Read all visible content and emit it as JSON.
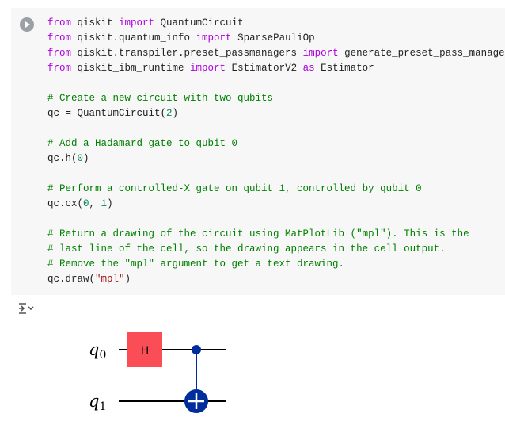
{
  "run_button": {
    "icon": "play-circle-icon"
  },
  "code": {
    "l1": {
      "k1": "from",
      "t1": " qiskit ",
      "k2": "import",
      "t2": " QuantumCircuit"
    },
    "l2": {
      "k1": "from",
      "t1": " qiskit.quantum_info ",
      "k2": "import",
      "t2": " SparsePauliOp"
    },
    "l3": {
      "k1": "from",
      "t1": " qiskit.transpiler.preset_passmanagers ",
      "k2": "import",
      "t2": " generate_preset_pass_manager"
    },
    "l4": {
      "k1": "from",
      "t1": " qiskit_ibm_runtime ",
      "k2": "import",
      "t2": " EstimatorV2 ",
      "k3": "as",
      "t3": " Estimator"
    },
    "l6": {
      "c": "# Create a new circuit with two qubits"
    },
    "l7": {
      "t1": "qc = QuantumCircuit(",
      "n1": "2",
      "t2": ")"
    },
    "l9": {
      "c": "# Add a Hadamard gate to qubit 0"
    },
    "l10": {
      "t1": "qc.h(",
      "n1": "0",
      "t2": ")"
    },
    "l12": {
      "c": "# Perform a controlled-X gate on qubit 1, controlled by qubit 0"
    },
    "l13": {
      "t1": "qc.cx(",
      "n1": "0",
      "t2": ", ",
      "n2": "1",
      "t3": ")"
    },
    "l15": {
      "c": "# Return a drawing of the circuit using MatPlotLib (\"mpl\"). This is the"
    },
    "l16": {
      "c": "# last line of the cell, so the drawing appears in the cell output."
    },
    "l17": {
      "c": "# Remove the \"mpl\" argument to get a text drawing."
    },
    "l18": {
      "t1": "qc.draw(",
      "s1": "\"mpl\"",
      "t2": ")"
    }
  },
  "output": {
    "toggle_icon": "output-options-icon",
    "circuit": {
      "qubit0_label": "q",
      "qubit0_sub": "0",
      "qubit1_label": "q",
      "qubit1_sub": "1",
      "h_gate_label": "H",
      "h_gate_color": "#fa4d56",
      "cx_color": "#002d9c"
    }
  }
}
